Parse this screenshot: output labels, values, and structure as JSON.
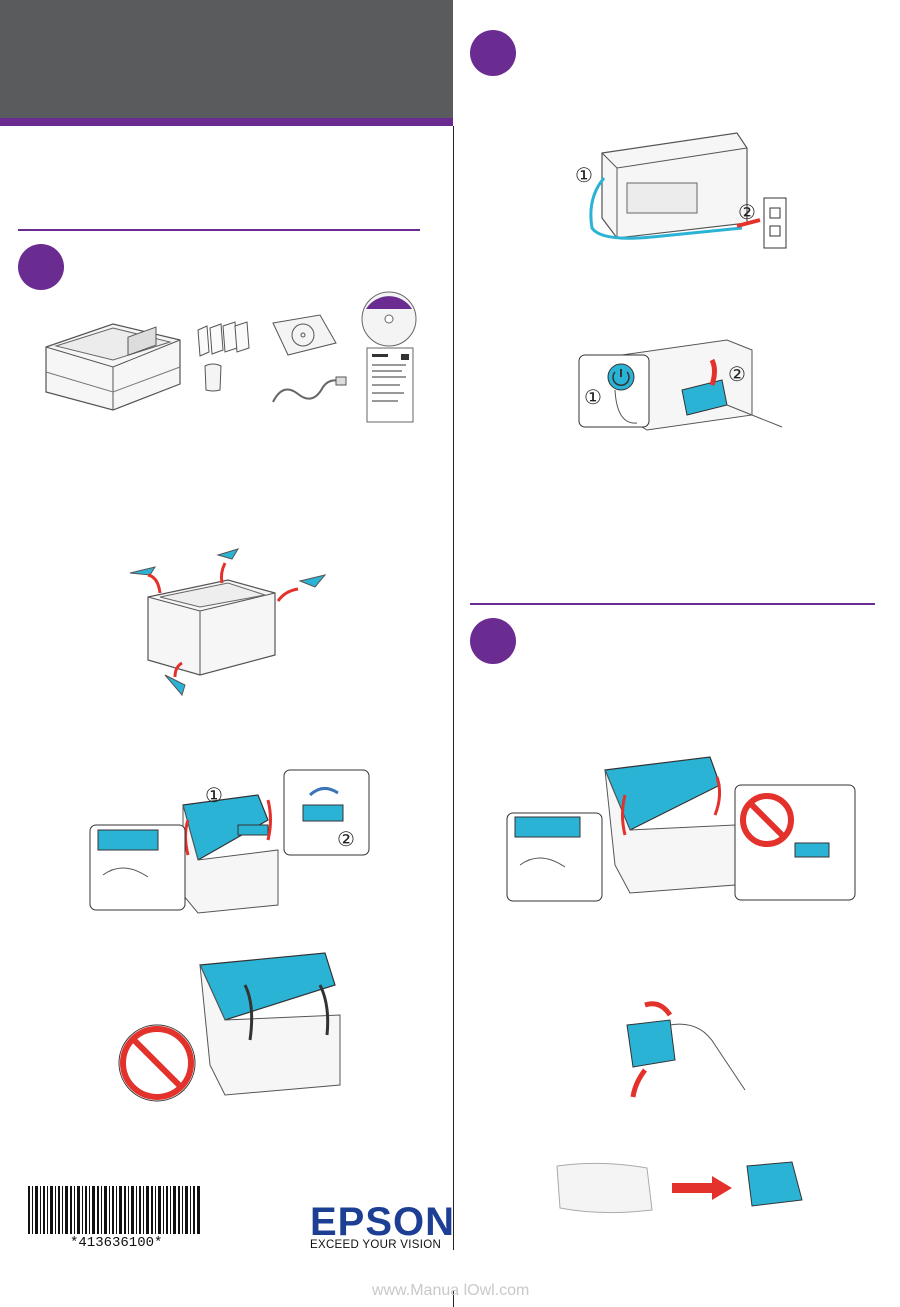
{
  "colors": {
    "header_gray": "#5a5b5d",
    "accent_purple": "#6a2c91",
    "highlight_cyan": "#2bb3d6",
    "arrow_red": "#e3312b",
    "brand_blue": "#1d3f93"
  },
  "callouts": {
    "one": "①",
    "two": "②"
  },
  "footer": {
    "barcode_number": "*413636100*",
    "brand": "EPSON",
    "tagline": "EXCEED YOUR VISION",
    "watermark": "www.Manua lOwl.com"
  },
  "icons": [
    "power-icon",
    "no-sign-icon",
    "arrow-icon",
    "wall-outlet-icon",
    "barcode-icon",
    "cd-disc-icon"
  ]
}
